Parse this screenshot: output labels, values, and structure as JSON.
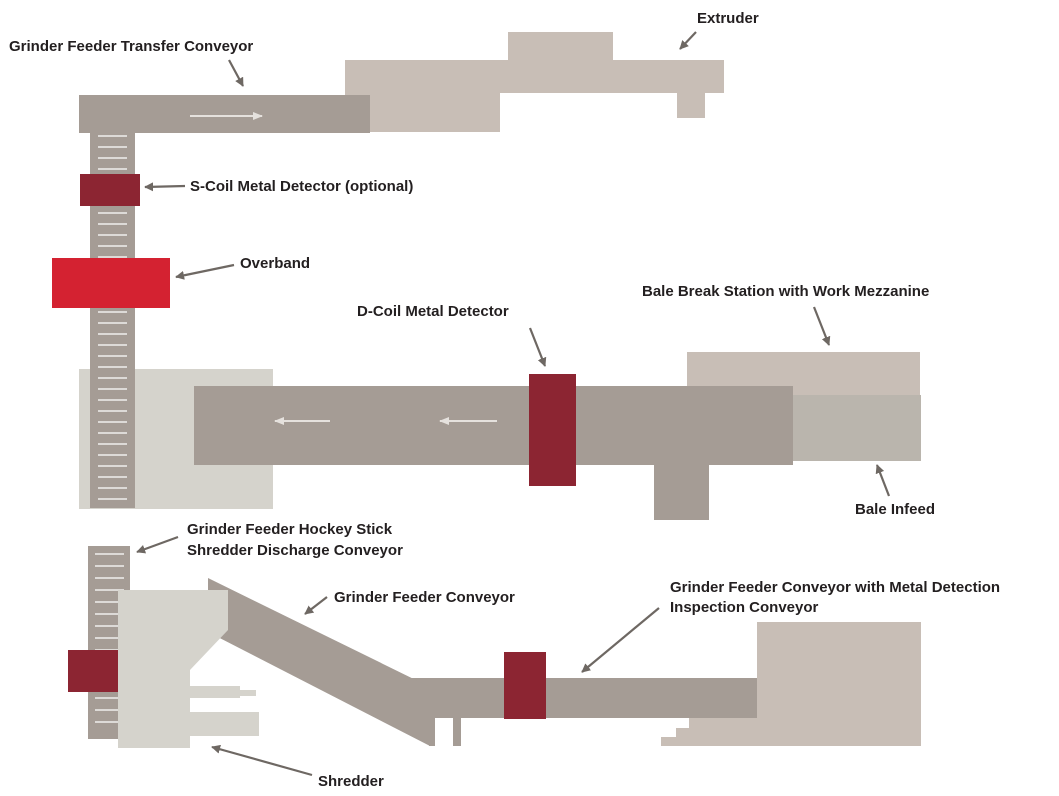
{
  "labels": {
    "extruder": "Extruder",
    "grinder_feeder_transfer_conveyor": "Grinder Feeder Transfer Conveyor",
    "s_coil_metal_detector": "S-Coil Metal Detector (optional)",
    "overband": "Overband",
    "d_coil_metal_detector": "D-Coil Metal Detector",
    "bale_break_station": "Bale Break Station with Work Mezzanine",
    "bale_infeed": "Bale Infeed",
    "hockey_stick_line1": "Grinder Feeder Hockey Stick",
    "hockey_stick_line2": "Shredder Discharge Conveyor",
    "grinder_feeder_conveyor": "Grinder Feeder Conveyor",
    "metal_detection_line1": "Grinder Feeder Conveyor with Metal Detection",
    "metal_detection_line2": "Inspection Conveyor",
    "shredder": "Shredder"
  },
  "colors": {
    "conveyor": "#a59c95",
    "extruder": "#c8beb6",
    "light_equipment": "#d5d3cc",
    "bale_infeed": "#bab5ad",
    "metal_detector": "#8c2532",
    "overband": "#d42231",
    "arrow": "#6e6863",
    "slat": "#ffffff",
    "text": "#231f20"
  }
}
